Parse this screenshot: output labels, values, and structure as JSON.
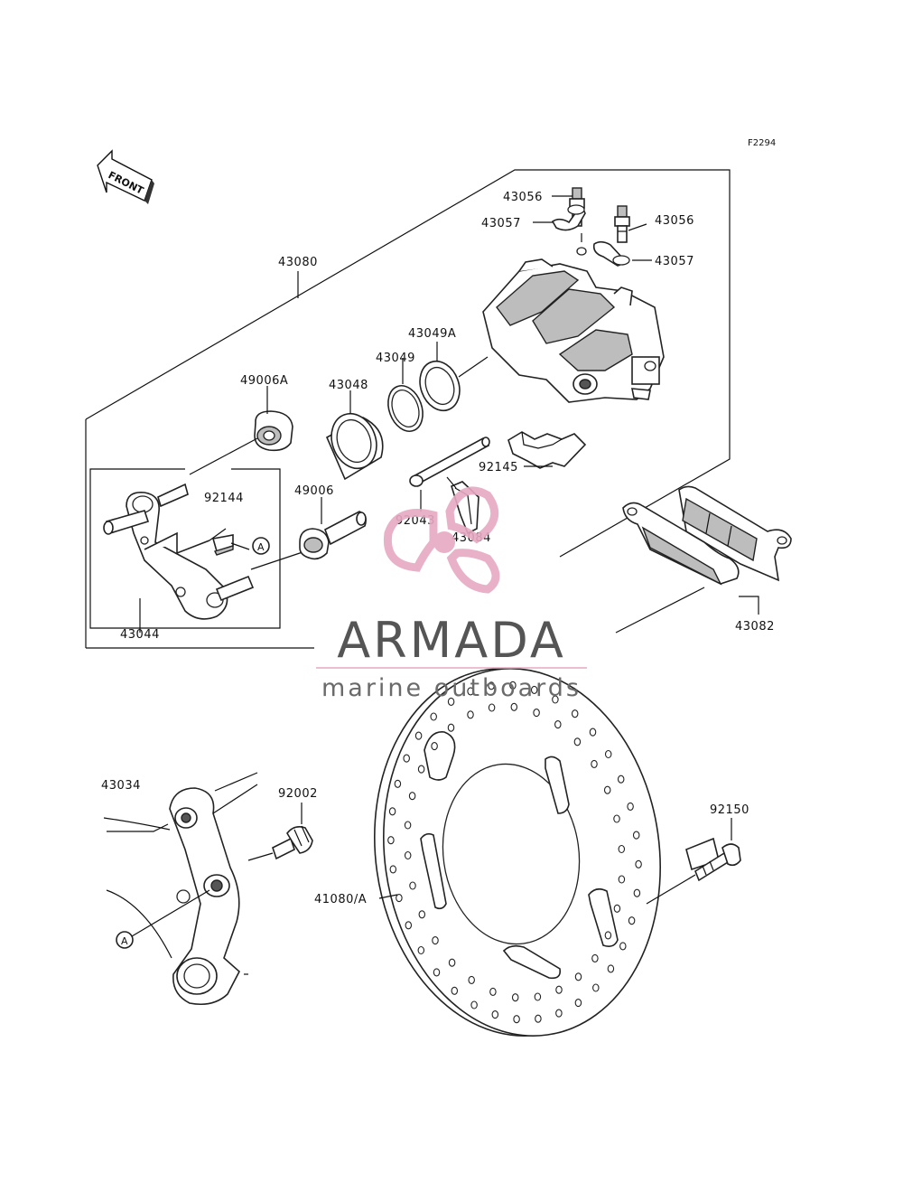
{
  "figure_id": "F2294",
  "front_label": "FRONT",
  "labels": {
    "p43056_top": "43056",
    "p43056_right": "43056",
    "p43057_left": "43057",
    "p43057_right": "43057",
    "p43080": "43080",
    "p43049A": "43049A",
    "p43049": "43049",
    "p43048": "43048",
    "p49006A": "49006A",
    "p92145": "92145",
    "p92144": "92144",
    "p49006": "49006",
    "p92043": "92043",
    "p43084": "43084",
    "p43044": "43044",
    "p43082": "43082",
    "p43034": "43034",
    "p92002": "92002",
    "p92150": "92150",
    "p41080A": "41080/A",
    "ref_a_upper": "A",
    "ref_a_lower": "A"
  },
  "watermark": {
    "brand": "ARMADA",
    "tagline": "marine outboards",
    "colors": {
      "brand_text": "#555555",
      "logo": "#e7a9c2",
      "rule": "#e7a9c2"
    }
  }
}
